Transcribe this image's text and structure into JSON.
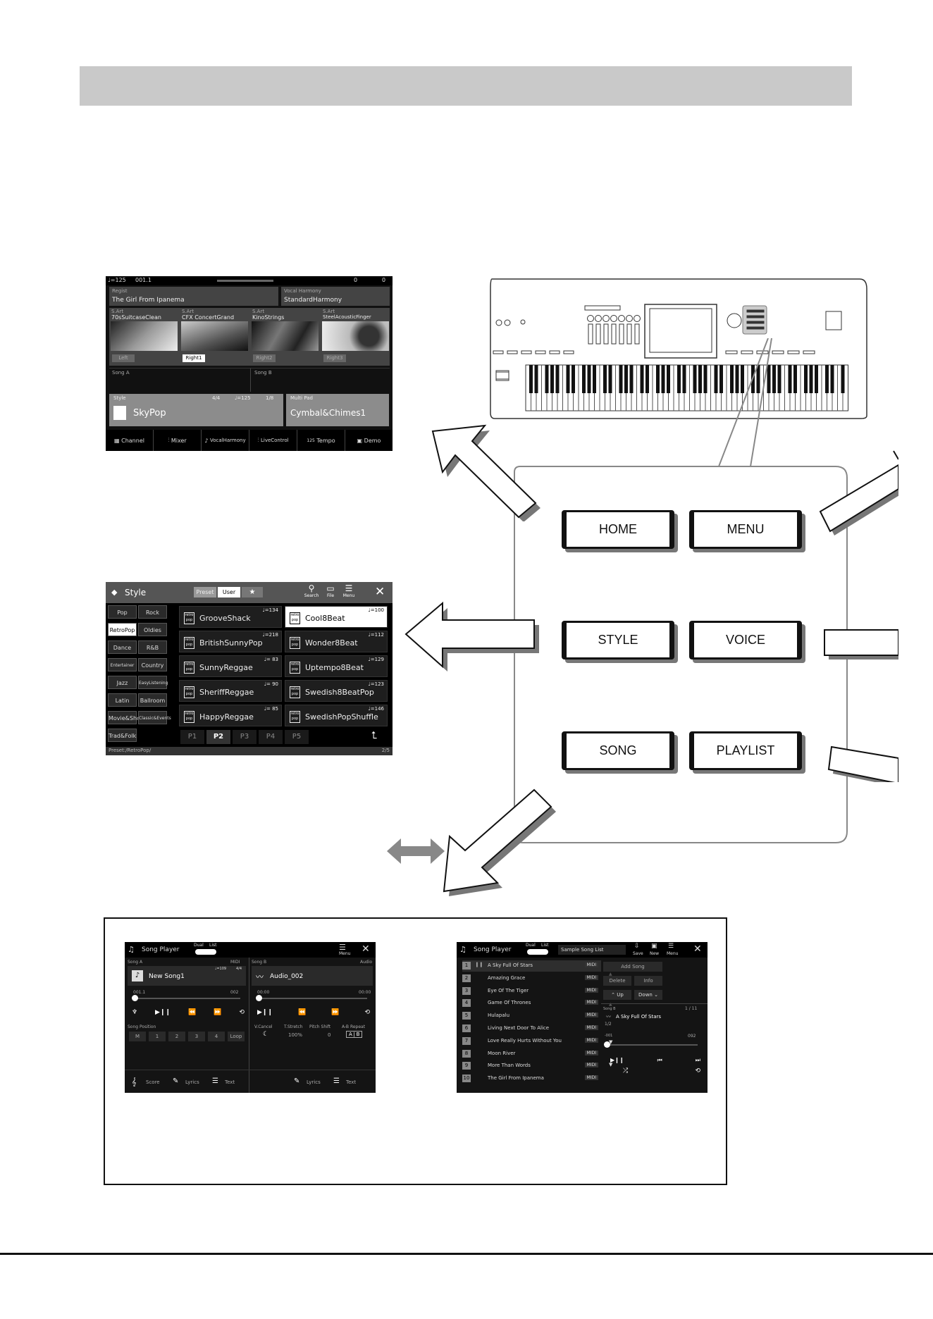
{
  "home_screen": {
    "status": {
      "tempo": "♩=125",
      "bar": "001.1",
      "left_val": "0",
      "right_val": "0"
    },
    "regist": {
      "label": "Regist",
      "value": "The Girl From Ipanema"
    },
    "vocal_harmony": {
      "label": "Vocal Harmony",
      "value": "StandardHarmony"
    },
    "voices": [
      {
        "prefix": "S.Art",
        "name": "70sSuitcaseClean",
        "part": "Left",
        "active": false
      },
      {
        "prefix": "S.Art",
        "name": "CFX ConcertGrand",
        "part": "Right1",
        "active": true
      },
      {
        "prefix": "S.Art",
        "name": "KinoStrings",
        "part": "Right2",
        "active": false
      },
      {
        "prefix": "S.Art",
        "name": "SteelAcousticFinger",
        "part": "Right3",
        "active": false
      }
    ],
    "song_a": "Song A",
    "song_b": "Song B",
    "style": {
      "label": "Style",
      "beat": "4/4",
      "tempo": "♩=125",
      "bar": "1/8",
      "name": "SkyPop"
    },
    "multipad": {
      "label": "Multi Pad",
      "name": "Cymbal&Chimes1"
    },
    "bottom": [
      "Channel",
      "Mixer",
      "VocalHarmony",
      "LiveControl",
      "Tempo",
      "Demo"
    ],
    "tempo_value": "125"
  },
  "style_screen": {
    "title": "Style",
    "tabs": [
      "Preset",
      "User"
    ],
    "icons": [
      "Search",
      "File",
      "Menu"
    ],
    "categories": [
      "Pop",
      "Rock",
      "RetroPop",
      "Oldies",
      "Dance",
      "R&B",
      "Entertainer",
      "Country",
      "Jazz",
      "EasyListening",
      "Latin",
      "Ballroom",
      "Movie&Show",
      "Classic&Events",
      "Trad&Folk"
    ],
    "styles": [
      {
        "name": "GrooveShack",
        "tempo": "♩=134"
      },
      {
        "name": "Cool8Beat",
        "tempo": "♩=100"
      },
      {
        "name": "BritishSunnyPop",
        "tempo": "♩=218"
      },
      {
        "name": "Wonder8Beat",
        "tempo": "♩=112"
      },
      {
        "name": "SunnyReggae",
        "tempo": "♩= 83"
      },
      {
        "name": "Uptempo8Beat",
        "tempo": "♩=129"
      },
      {
        "name": "SheriffReggae",
        "tempo": "♩= 90"
      },
      {
        "name": "Swedish8BeatPop",
        "tempo": "♩=123"
      },
      {
        "name": "HappyReggae",
        "tempo": "♩= 85"
      },
      {
        "name": "SwedishPopShuffle",
        "tempo": "♩=146"
      }
    ],
    "pages": [
      "P1",
      "P2",
      "P3",
      "P4",
      "P5"
    ],
    "path": "Preset:/RetroPop/",
    "page_count": "2/5"
  },
  "buttons": [
    "HOME",
    "MENU",
    "STYLE",
    "VOICE",
    "SONG",
    "PLAYLIST"
  ],
  "song_player_dual": {
    "title": "Song Player",
    "mode": [
      "Dual",
      "List"
    ],
    "menu": "Menu",
    "song_a": {
      "label": "Song A",
      "type": "MIDI",
      "tempo": "♩=109",
      "beat": "4/4",
      "name": "New Song1",
      "pos": "001.1",
      "end": "002"
    },
    "song_b": {
      "label": "Song B",
      "type": "Audio",
      "name": "Audio_002",
      "pos": "00:00",
      "end": "00:00"
    },
    "song_position": "Song Position",
    "pos_buttons": [
      "M",
      "1",
      "2",
      "3",
      "4",
      "Loop"
    ],
    "audio_labels": [
      "V.Cancel",
      "T.Stretch",
      "Pitch Shift",
      "A-B Repeat"
    ],
    "stretch": "100%",
    "pitch": "0",
    "bottom_a": [
      "Score",
      "Lyrics",
      "Text"
    ],
    "bottom_b": [
      "Lyrics",
      "Text"
    ]
  },
  "song_player_list": {
    "title": "Song Player",
    "mode": [
      "Dual",
      "List"
    ],
    "list_name": "Sample Song List",
    "icons": [
      "Save",
      "New",
      "Menu"
    ],
    "songs": [
      "A Sky Full Of Stars",
      "Amazing Grace",
      "Eye Of The Tiger",
      "Game Of Thrones",
      "Hulapalu",
      "Living Next Door To Alice",
      "Love Really Hurts Without You",
      "Moon River",
      "More Than Words",
      "The Girl From Ipanema"
    ],
    "tag": "MIDI",
    "page": "1/2",
    "actions": [
      "Add Song",
      "Delete",
      "Info",
      "Up",
      "Down"
    ],
    "song_b": {
      "label": "Song B",
      "count": "1 / 11",
      "name": "A Sky Full Of Stars",
      "pos": "-001",
      "end": "092"
    }
  }
}
